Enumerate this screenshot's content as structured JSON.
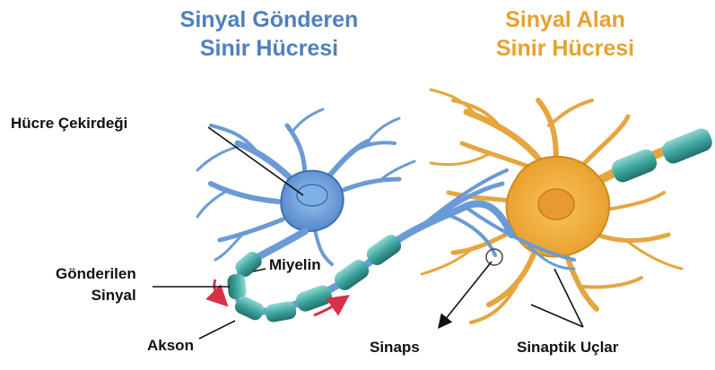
{
  "titles": {
    "sender": [
      "Sinyal Gönderen",
      "Sinir Hücresi"
    ],
    "receiver": [
      "Sinyal Alan",
      "Sinir Hücresi"
    ]
  },
  "labels": {
    "nucleus": "Hücre Çekirdeği",
    "sent_signal": [
      "Gönderilen",
      "Sinyal"
    ],
    "myelin": "Miyelin",
    "axon": "Akson",
    "synapse": "Sinaps",
    "synaptic_terminals": "Sinaptik Uçlar"
  },
  "colors": {
    "sender_title": "#4f7fc1",
    "receiver_title": "#e8a030",
    "sender_cell": "#6b9bd6",
    "receiver_cell": "#f2b43c",
    "myelin": "#3fa6a0",
    "signal_arrow": "#d9304a"
  }
}
